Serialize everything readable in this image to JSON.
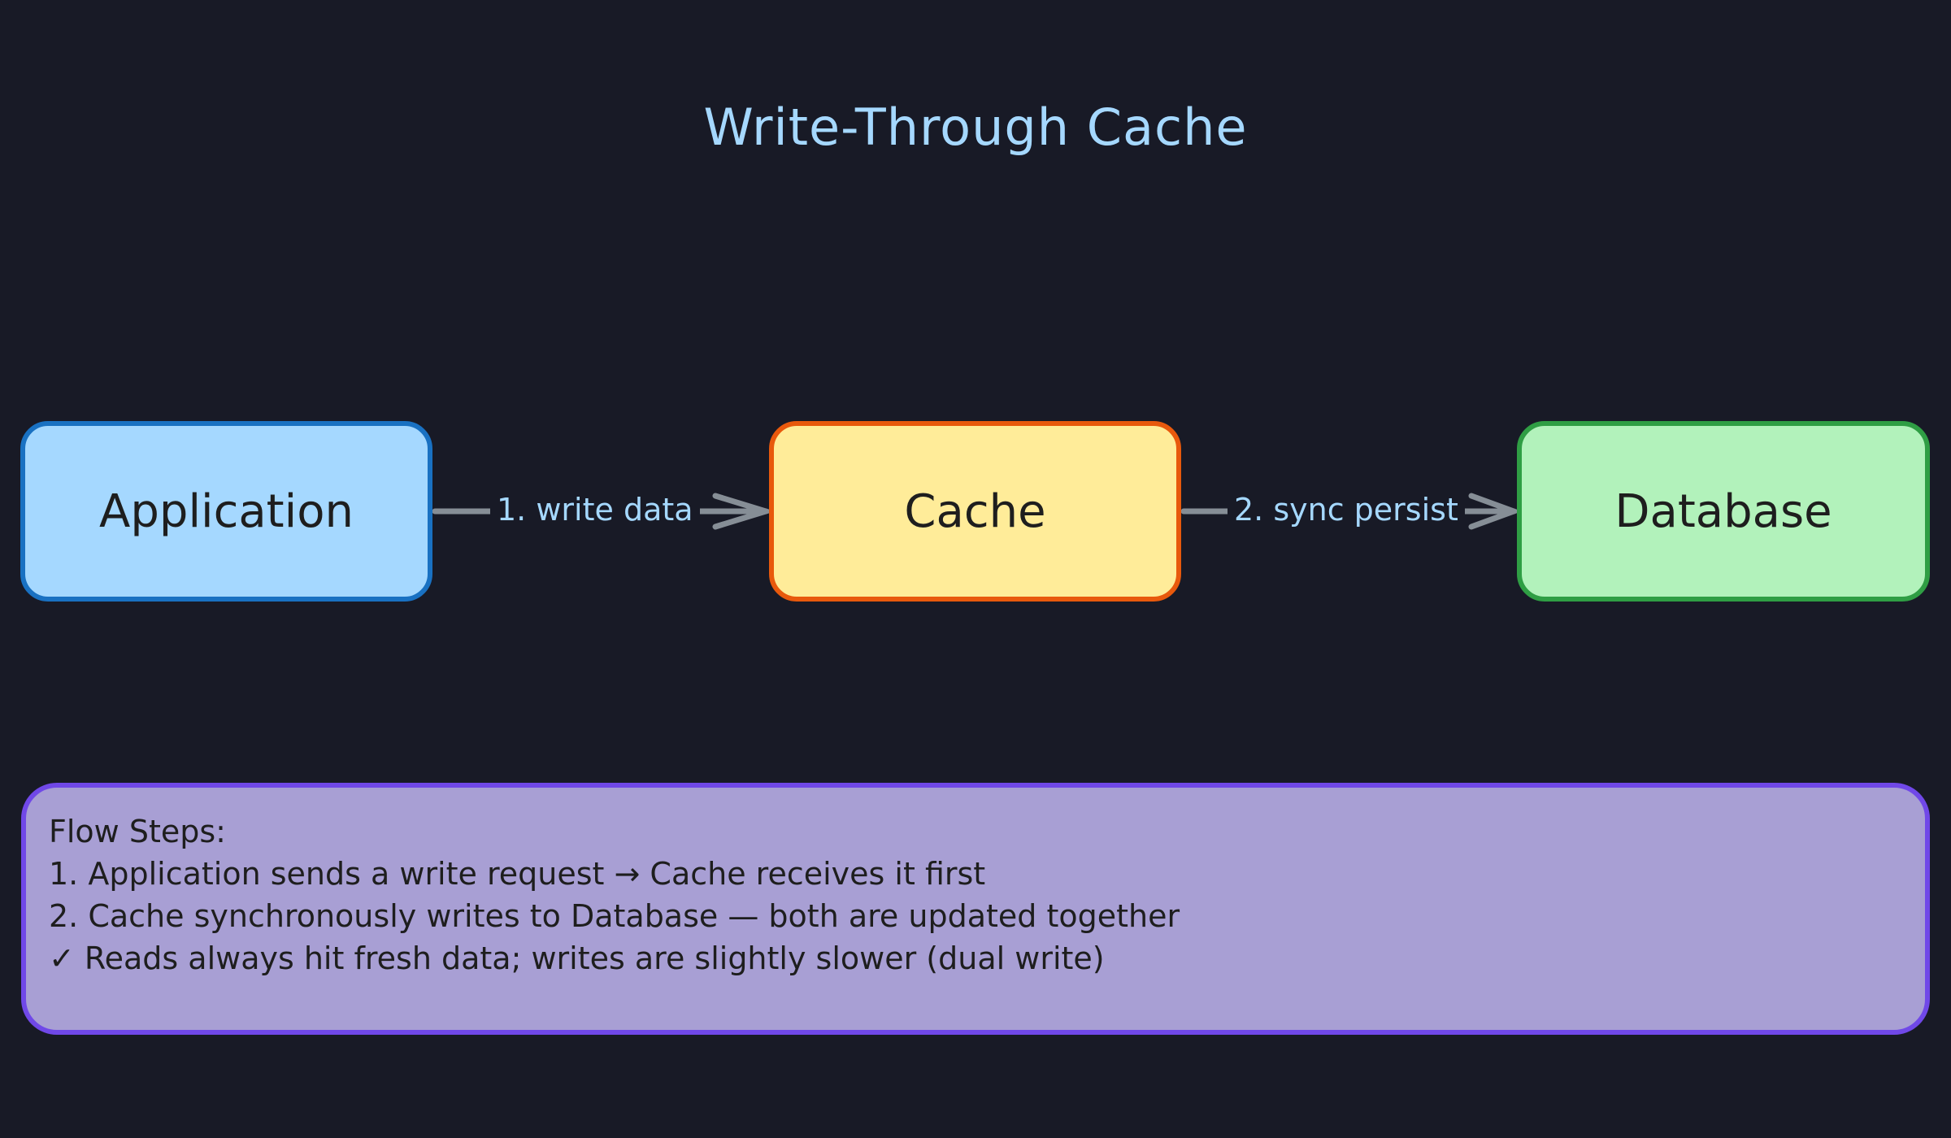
{
  "title": "Write-Through Cache",
  "nodes": {
    "application": "Application",
    "cache": "Cache",
    "database": "Database"
  },
  "edges": {
    "write_data": "1. write data",
    "sync_persist": "2. sync persist"
  },
  "notes": {
    "heading": "Flow Steps:",
    "lines": [
      "1. Application sends a write request → Cache receives it first",
      "2. Cache synchronously writes to Database — both are updated together",
      "✓ Reads always hit fresh data; writes are slightly slower (dual write)"
    ]
  },
  "colors": {
    "background": "#181a26",
    "title": "#a5d8ff",
    "application_fill": "#a5d8ff",
    "application_stroke": "#1971c2",
    "cache_fill": "#ffec99",
    "cache_stroke": "#e8590c",
    "database_fill": "#b2f2bb",
    "database_stroke": "#2f9e44",
    "notes_fill": "#a89fd4",
    "notes_stroke": "#7048e8",
    "arrow": "#868e96"
  }
}
